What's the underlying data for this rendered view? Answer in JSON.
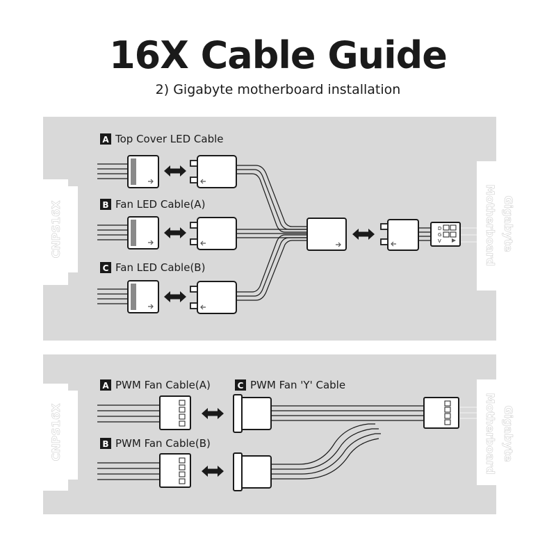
{
  "title": "16X Cable Guide",
  "subtitle": "2) Gigabyte motherboard installation",
  "colors": {
    "panel": "#d9d9d9",
    "ink": "#1a1a1a",
    "connector": "#ffffff",
    "stripe": "#8a8a8a"
  },
  "led_section": {
    "case_label": "CNPS16X",
    "board_brand": "Gigabyte",
    "board_label": "Motherboard",
    "cables": [
      {
        "badge": "A",
        "label": "Top Cover LED Cable"
      },
      {
        "badge": "B",
        "label": "Fan LED Cable(A)"
      },
      {
        "badge": "C",
        "label": "Fan LED Cable(B)"
      }
    ],
    "header_pins": [
      "D",
      "G",
      "V"
    ]
  },
  "pwm_section": {
    "case_label": "CNPS16X",
    "board_brand": "Gigabyte",
    "board_label": "Motherboard",
    "cables": [
      {
        "badge": "A",
        "label": "PWM Fan Cable(A)"
      },
      {
        "badge": "B",
        "label": "PWM Fan Cable(B)"
      },
      {
        "badge": "C",
        "label": "PWM Fan 'Y' Cable"
      }
    ]
  },
  "icons": [
    "double-arrow-icon",
    "arrow-right-icon",
    "arrow-left-icon"
  ]
}
